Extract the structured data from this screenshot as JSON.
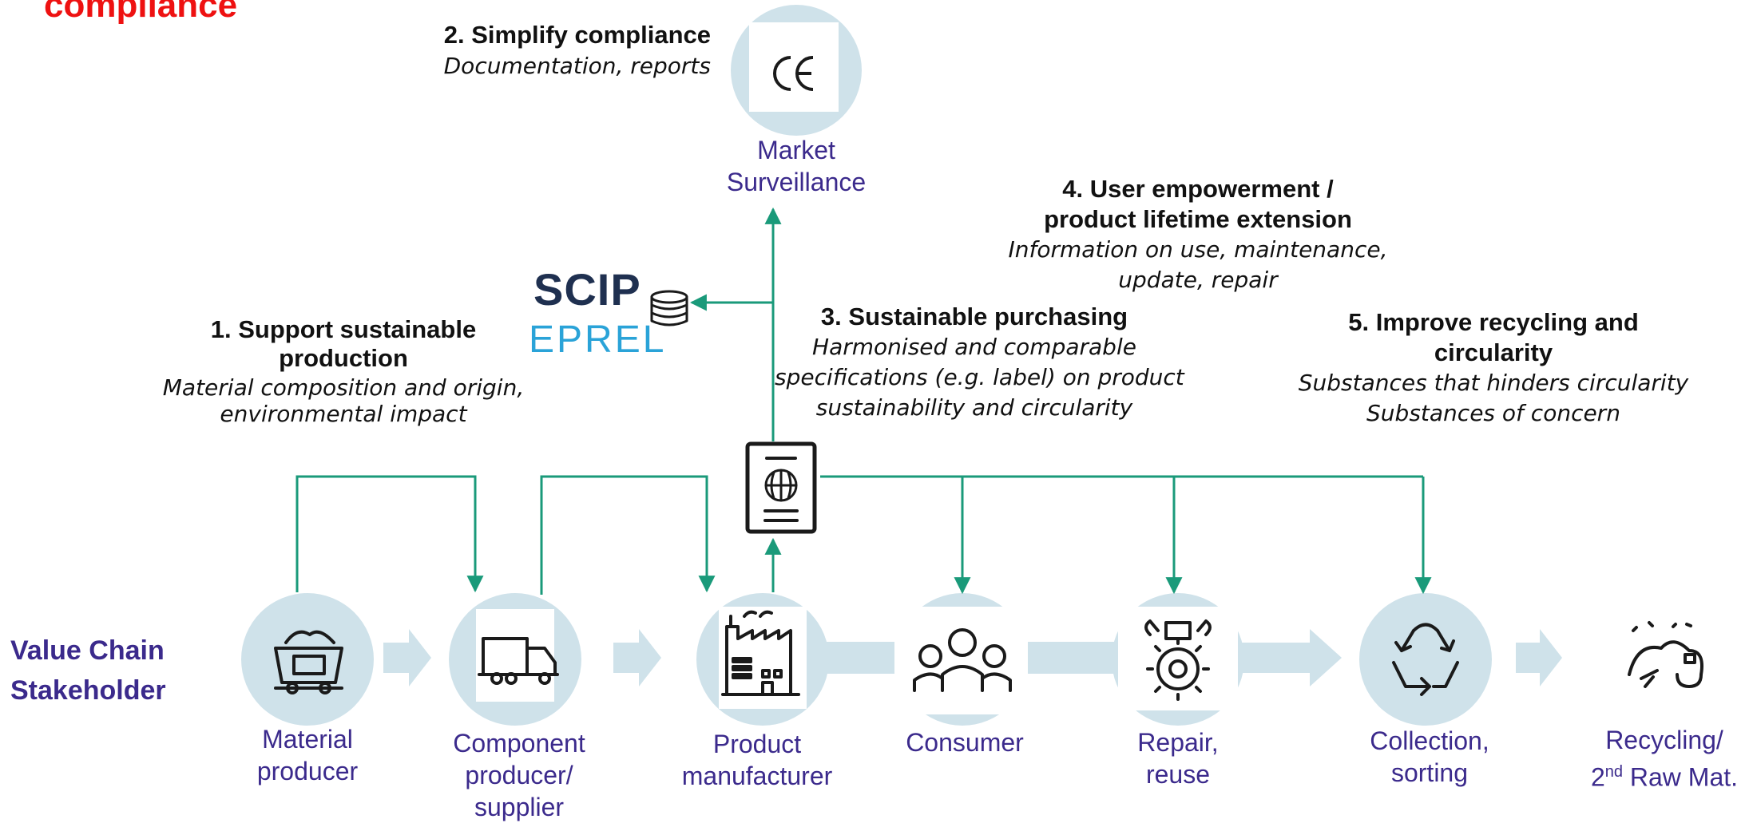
{
  "header": {
    "corner_title": "compliance"
  },
  "side_label": {
    "line1": "Value Chain",
    "line2": "Stakeholder"
  },
  "market": {
    "heading": "2. Simplify compliance",
    "sub": "Documentation, reports",
    "label_line1": "Market",
    "label_line2": "Surveillance",
    "mark": "CE"
  },
  "databases": {
    "scip": "SCIP",
    "eprel": "EPREL"
  },
  "benefits": {
    "b1": {
      "line1": "1. Support sustainable",
      "line2": "production",
      "sub1": "Material composition and origin,",
      "sub2": "environmental impact"
    },
    "b3": {
      "line1": "3. Sustainable purchasing",
      "sub1": "Harmonised and comparable",
      "sub2": "specifications (e.g. label) on product",
      "sub3": "sustainability and circularity"
    },
    "b4": {
      "line1": "4. User empowerment /",
      "line2": "product lifetime extension",
      "sub1": "Information on use, maintenance,",
      "sub2": "update, repair"
    },
    "b5": {
      "line1": "5. Improve recycling and",
      "line2": "circularity",
      "sub1": "Substances that hinders circularity",
      "sub2": "Substances of concern"
    }
  },
  "stages": [
    {
      "icon": "mine-cart-icon",
      "label_lines": [
        "Material",
        "producer"
      ]
    },
    {
      "icon": "truck-icon",
      "label_lines": [
        "Component",
        "producer/",
        "supplier"
      ]
    },
    {
      "icon": "factory-icon",
      "label_lines": [
        "Product",
        "manufacturer"
      ]
    },
    {
      "icon": "people-icon",
      "label_lines": [
        "Consumer"
      ]
    },
    {
      "icon": "repair-gear-icon",
      "label_lines": [
        "Repair,",
        "reuse"
      ]
    },
    {
      "icon": "recycle-icon",
      "label_lines": [
        "Collection,",
        "sorting"
      ]
    },
    {
      "icon": "raw-material-icon",
      "label_lines": [
        "Recycling/"
      ],
      "label_last": {
        "pre": "2",
        "sup": "nd",
        "post": " Raw Mat."
      }
    }
  ],
  "colors": {
    "flow": "#1a9a7a",
    "circle": "#cfe2ea",
    "label": "#3b2a8c",
    "accent_red": "#ee1111"
  }
}
